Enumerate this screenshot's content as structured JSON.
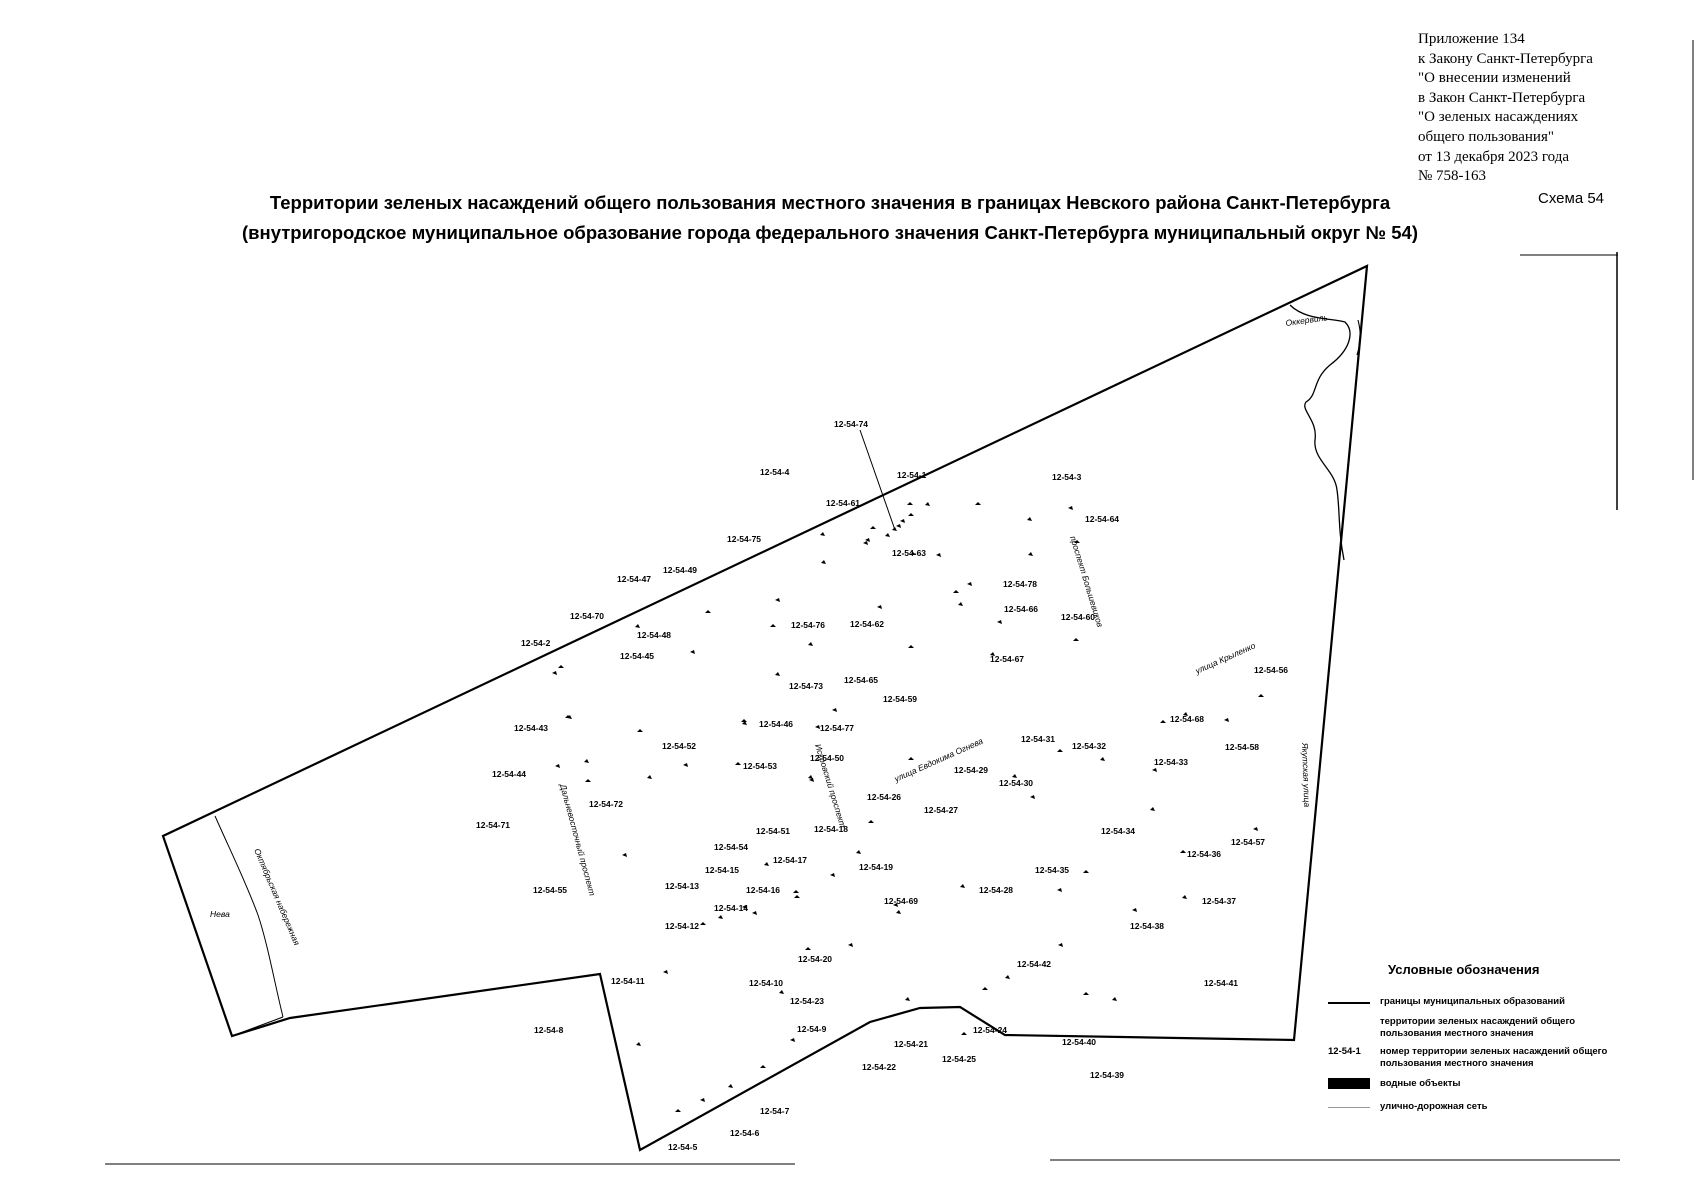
{
  "appendix_note": [
    "Приложение 134",
    "к Закону Санкт-Петербурга",
    "\"О внесении  изменений",
    "в Закон Санкт-Петербурга",
    "\"О зеленых насаждениях",
    "общего пользования\"",
    "от 13 декабря 2023 года",
    "№ 758-163"
  ],
  "scheme_label": "Схема 54",
  "title_line1": "Территории зеленых насаждений общего пользования местного значения в границах Невского района Санкт-Петербурга",
  "title_line2": "(внутригородское муниципальное образование города федерального значения Санкт-Петербурга муниципальный округ № 54)",
  "territory_labels": [
    "12-54-74",
    "12-54-4",
    "12-54-1",
    "12-54-3",
    "12-54-61",
    "12-54-64",
    "12-54-75",
    "12-54-63",
    "12-54-49",
    "12-54-47",
    "12-54-78",
    "12-54-66",
    "12-54-60",
    "12-54-70",
    "12-54-76",
    "12-54-62",
    "12-54-48",
    "12-54-2",
    "12-54-45",
    "12-54-67",
    "12-54-56",
    "12-54-73",
    "12-54-65",
    "12-54-59",
    "12-54-68",
    "12-54-43",
    "12-54-46",
    "12-54-77",
    "12-54-31",
    "12-54-32",
    "12-54-58",
    "12-54-52",
    "12-54-50",
    "12-54-53",
    "12-54-29",
    "12-54-33",
    "12-54-44",
    "12-54-30",
    "12-54-72",
    "12-54-26",
    "12-54-27",
    "12-54-71",
    "12-54-51",
    "12-54-18",
    "12-54-34",
    "12-54-57",
    "12-54-54",
    "12-54-17",
    "12-54-19",
    "12-54-36",
    "12-54-15",
    "12-54-35",
    "12-54-55",
    "12-54-13",
    "12-54-16",
    "12-54-28",
    "12-54-37",
    "12-54-14",
    "12-54-69",
    "12-54-12",
    "12-54-38",
    "12-54-20",
    "12-54-42",
    "12-54-11",
    "12-54-10",
    "12-54-41",
    "12-54-23",
    "12-54-8",
    "12-54-9",
    "12-54-24",
    "12-54-21",
    "12-54-40",
    "12-54-25",
    "12-54-22",
    "12-54-39",
    "12-54-7",
    "12-54-6",
    "12-54-5"
  ],
  "street_labels": {
    "prospekt_bolshevikov": "проспект Большевиков",
    "ulitsa_krylenko": "улица Крыленко",
    "yakutskaya": "Якутская улица",
    "evdokima_ogneva": "улица Евдокима Огнева",
    "iskrovskiy": "Искровский проспект",
    "dalnevostochny": "Дальневосточный проспект",
    "oktyabrskaya": "Октябрьская набережная",
    "neva": "Нева",
    "okhta": "Оккервиль"
  },
  "legend": {
    "title": "Условные обозначения",
    "items": [
      "границы муниципальных образований",
      "территории зеленых насаждений общего пользования местного значения",
      "номер территории зеленых насаждений общего пользования местного значения",
      "водные объекты",
      "улично-дорожная сеть"
    ],
    "sample_number": "12-54-1"
  }
}
